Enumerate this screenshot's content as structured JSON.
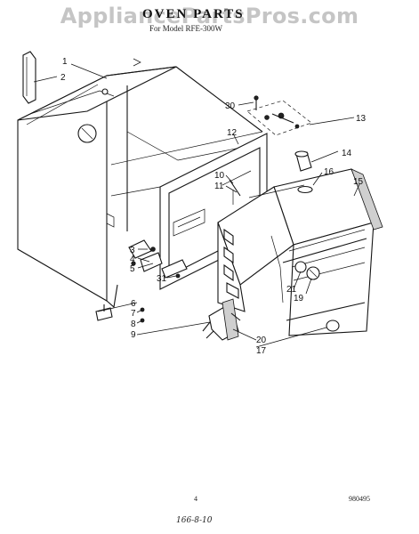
{
  "watermark": "AppliancePartsPros.com",
  "title": "OVEN PARTS",
  "subtitle": "For Model RFE-300W",
  "footer": {
    "page_number": "4",
    "doc_code": "980495",
    "handwritten_note": "166-8-10"
  },
  "callouts": [
    {
      "label": "1"
    },
    {
      "label": "2"
    },
    {
      "label": "30"
    },
    {
      "label": "13"
    },
    {
      "label": "12"
    },
    {
      "label": "14"
    },
    {
      "label": "16"
    },
    {
      "label": "15"
    },
    {
      "label": "10"
    },
    {
      "label": "11"
    },
    {
      "label": "3"
    },
    {
      "label": "4"
    },
    {
      "label": "5"
    },
    {
      "label": "31"
    },
    {
      "label": "6"
    },
    {
      "label": "7"
    },
    {
      "label": "8"
    },
    {
      "label": "9"
    },
    {
      "label": "21"
    },
    {
      "label": "19"
    },
    {
      "label": "20"
    },
    {
      "label": "17"
    }
  ]
}
